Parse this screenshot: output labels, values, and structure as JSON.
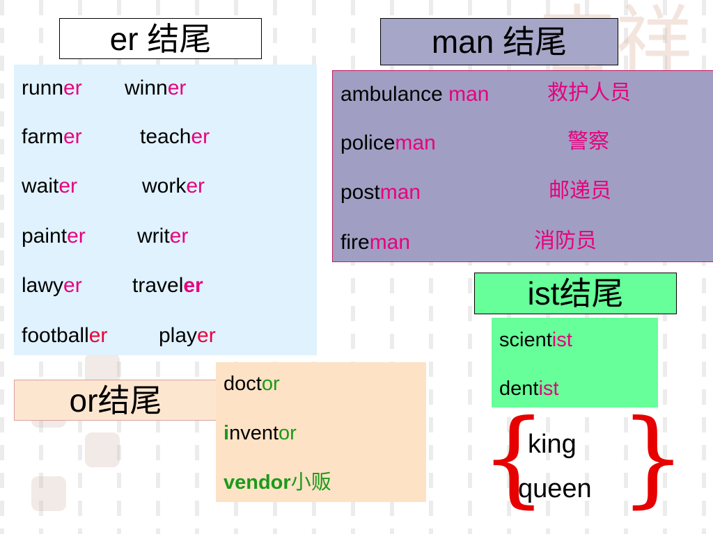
{
  "er_section": {
    "title": "er 结尾",
    "rows": [
      {
        "w1_stem": "runn",
        "w1_suffix": "er",
        "w2_stem": "winn",
        "w2_suffix": "er"
      },
      {
        "w1_stem": "farm",
        "w1_suffix": "er",
        "w2_stem": "teach",
        "w2_suffix": "er"
      },
      {
        "w1_stem": "wait",
        "w1_suffix": "er",
        "w2_stem": "work",
        "w2_suffix": "er"
      },
      {
        "w1_stem": "paint",
        "w1_suffix": "er",
        "w2_stem": "writ",
        "w2_suffix": "er"
      },
      {
        "w1_stem": "lawy",
        "w1_suffix": "er",
        "w2_stem": "travel",
        "w2_suffix": "er"
      },
      {
        "w1_stem": "football",
        "w1_suffix": "er",
        "w2_stem": "play",
        "w2_suffix": "er"
      }
    ]
  },
  "man_section": {
    "title": "man 结尾",
    "rows": [
      {
        "stem": "ambulance ",
        "suffix": "man",
        "meaning": "救护人员"
      },
      {
        "stem": "police",
        "suffix": "man",
        "meaning": "警察"
      },
      {
        "stem": "post",
        "suffix": "man",
        "meaning": "邮递员"
      },
      {
        "stem": "fire",
        "suffix": "man",
        "meaning": "消防员"
      }
    ]
  },
  "ist_section": {
    "title": "ist结尾",
    "rows": [
      {
        "stem": "scient",
        "suffix": "ist"
      },
      {
        "stem": "dent",
        "suffix": "ist"
      }
    ]
  },
  "or_section": {
    "title": "or结尾",
    "rows": [
      {
        "prefix": "",
        "stem": "doct",
        "suffix": "or",
        "extra": ""
      },
      {
        "prefix": "i",
        "stem": "nvent",
        "suffix": "or",
        "extra": ""
      },
      {
        "prefix": "",
        "stem": "vendor",
        "suffix": "",
        "extra": "小贩"
      }
    ]
  },
  "others": {
    "words": [
      "king",
      "queen"
    ]
  },
  "colors": {
    "er_panel": "#dff2fd",
    "man_panel": "#a09fc3",
    "man_title": "#a6a6c8",
    "ist_panel": "#66ff99",
    "or_panel": "#fde2c6",
    "or_title": "#fde6cf",
    "suffix_red": "#e6007e",
    "suffix_green": "#1a9a1a",
    "brace_red": "#e60000"
  }
}
